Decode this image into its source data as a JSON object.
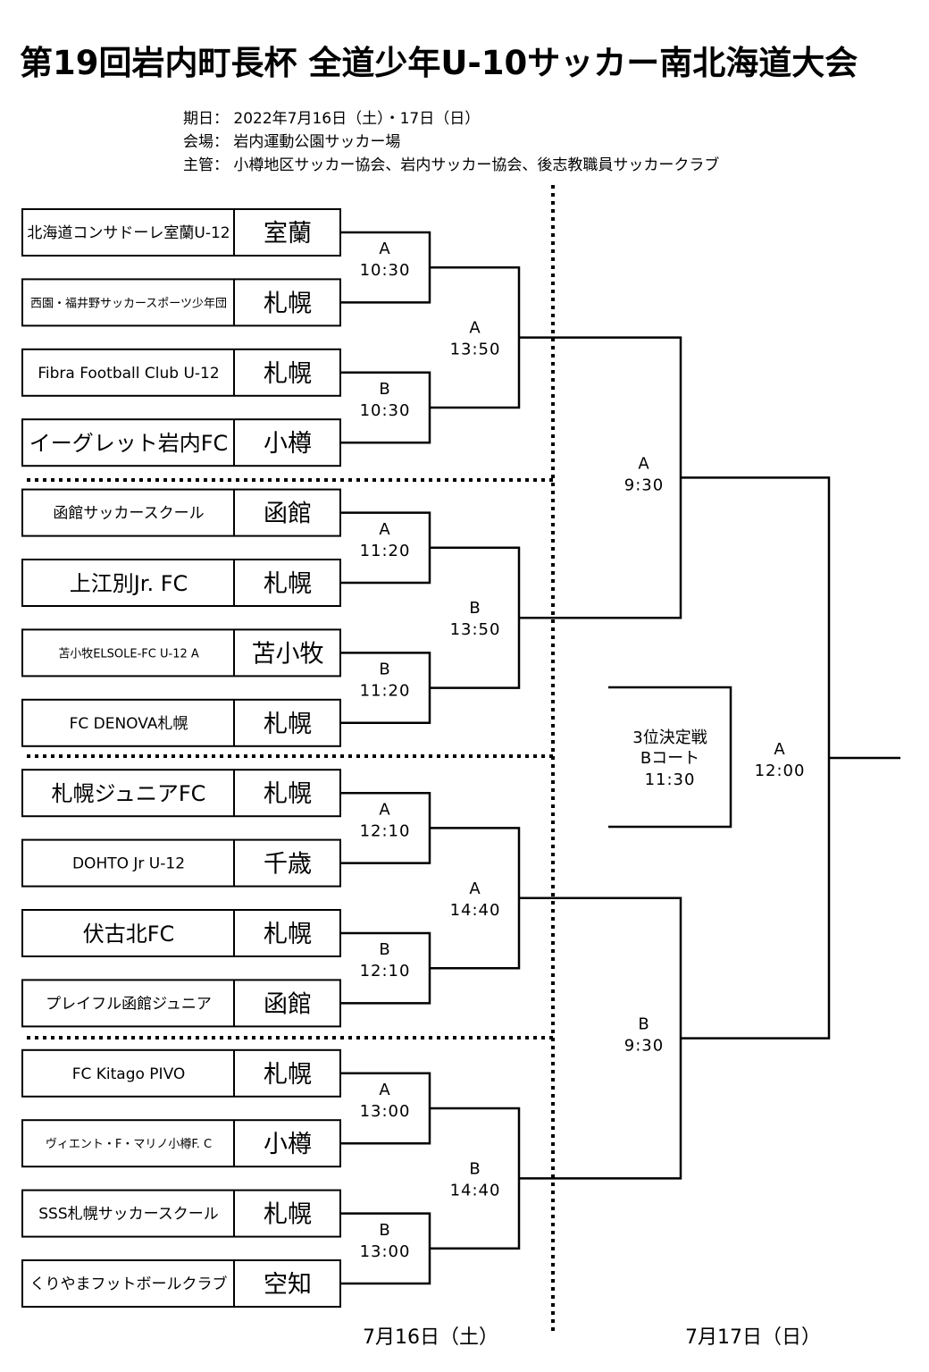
{
  "header": {
    "title": "第19回岩内町長杯 全道少年U-10サッカー南北海道大会",
    "date": "期日：  2022年7月16日（土）・17日（日）",
    "venue": "会場：  岩内運動公園サッカー場",
    "organizer": "主管：  小樽地区サッカー協会、岩内サッカー協会、後志教職員サッカークラブ"
  },
  "teams": [
    {
      "name": "北海道コンサドーレ室蘭U-12",
      "region": "室蘭",
      "size": "normal"
    },
    {
      "name": "西園・福井野サッカースポーツ少年団",
      "region": "札幌",
      "size": "small"
    },
    {
      "name": "Fibra  Football  Club  U-12",
      "region": "札幌",
      "size": "normal"
    },
    {
      "name": "イーグレット岩内FC",
      "region": "小樽",
      "size": "big"
    },
    {
      "name": "函館サッカースクール",
      "region": "函館",
      "size": "normal"
    },
    {
      "name": "上江別Jr. FC",
      "region": "札幌",
      "size": "big"
    },
    {
      "name": "苫小牧ELSOLE-FC  U-12  A",
      "region": "苫小牧",
      "size": "small"
    },
    {
      "name": "FC  DENOVA札幌",
      "region": "札幌",
      "size": "normal"
    },
    {
      "name": "札幌ジュニアFC",
      "region": "札幌",
      "size": "big"
    },
    {
      "name": "DOHTO  Jr  U-12",
      "region": "千歳",
      "size": "normal"
    },
    {
      "name": "伏古北FC",
      "region": "札幌",
      "size": "big"
    },
    {
      "name": "プレイフル函館ジュニア",
      "region": "函館",
      "size": "normal"
    },
    {
      "name": "FC  Kitago  PIVO",
      "region": "札幌",
      "size": "normal"
    },
    {
      "name": "ヴィエント・F・マリノ小樽F. C",
      "region": "小樽",
      "size": "small"
    },
    {
      "name": "SSS札幌サッカースクール",
      "region": "札幌",
      "size": "normal"
    },
    {
      "name": "くりやまフットボールクラブ",
      "region": "空知",
      "size": "normal"
    }
  ],
  "matches": {
    "r1": [
      {
        "court": "A",
        "time": "10:30"
      },
      {
        "court": "B",
        "time": "10:30"
      },
      {
        "court": "A",
        "time": "11:20"
      },
      {
        "court": "B",
        "time": "11:20"
      },
      {
        "court": "A",
        "time": "12:10"
      },
      {
        "court": "B",
        "time": "12:10"
      },
      {
        "court": "A",
        "time": "13:00"
      },
      {
        "court": "B",
        "time": "13:00"
      }
    ],
    "r2": [
      {
        "court": "A",
        "time": "13:50"
      },
      {
        "court": "B",
        "time": "13:50"
      },
      {
        "court": "A",
        "time": "14:40"
      },
      {
        "court": "B",
        "time": "14:40"
      }
    ],
    "semi": [
      {
        "court": "A",
        "time": "9:30"
      },
      {
        "court": "B",
        "time": "9:30"
      }
    ],
    "final": {
      "court": "A",
      "time": "12:00"
    },
    "third_place": {
      "line1": "3位決定戦",
      "line2": "Bコート",
      "time": "11:30"
    }
  },
  "days": {
    "day1": "7月16日（土）",
    "day2": "7月17日（日）"
  }
}
